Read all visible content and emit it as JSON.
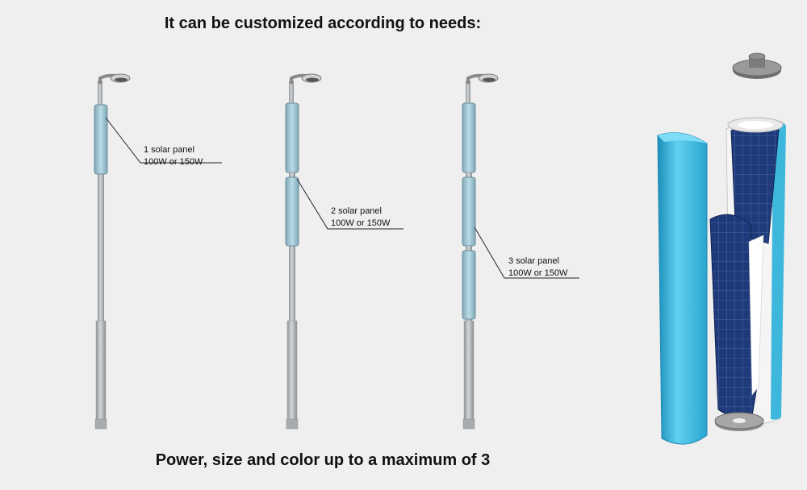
{
  "header": {
    "title": "It can be customized according to needs:"
  },
  "footer": {
    "caption": "Power, size and color up to a maximum of 3"
  },
  "options": [
    {
      "line1": "1 solar panel",
      "line2": "100W or 150W"
    },
    {
      "line1": "2 solar panel",
      "line2": "100W or 150W"
    },
    {
      "line1": "3 solar panel",
      "line2": "100W or 150W"
    }
  ],
  "colors": {
    "panel": "#a8ccd8",
    "pole": "#b8bcbf",
    "cyan_shell": "#3fb8dd",
    "solar_cell": "#1f3a7a"
  }
}
